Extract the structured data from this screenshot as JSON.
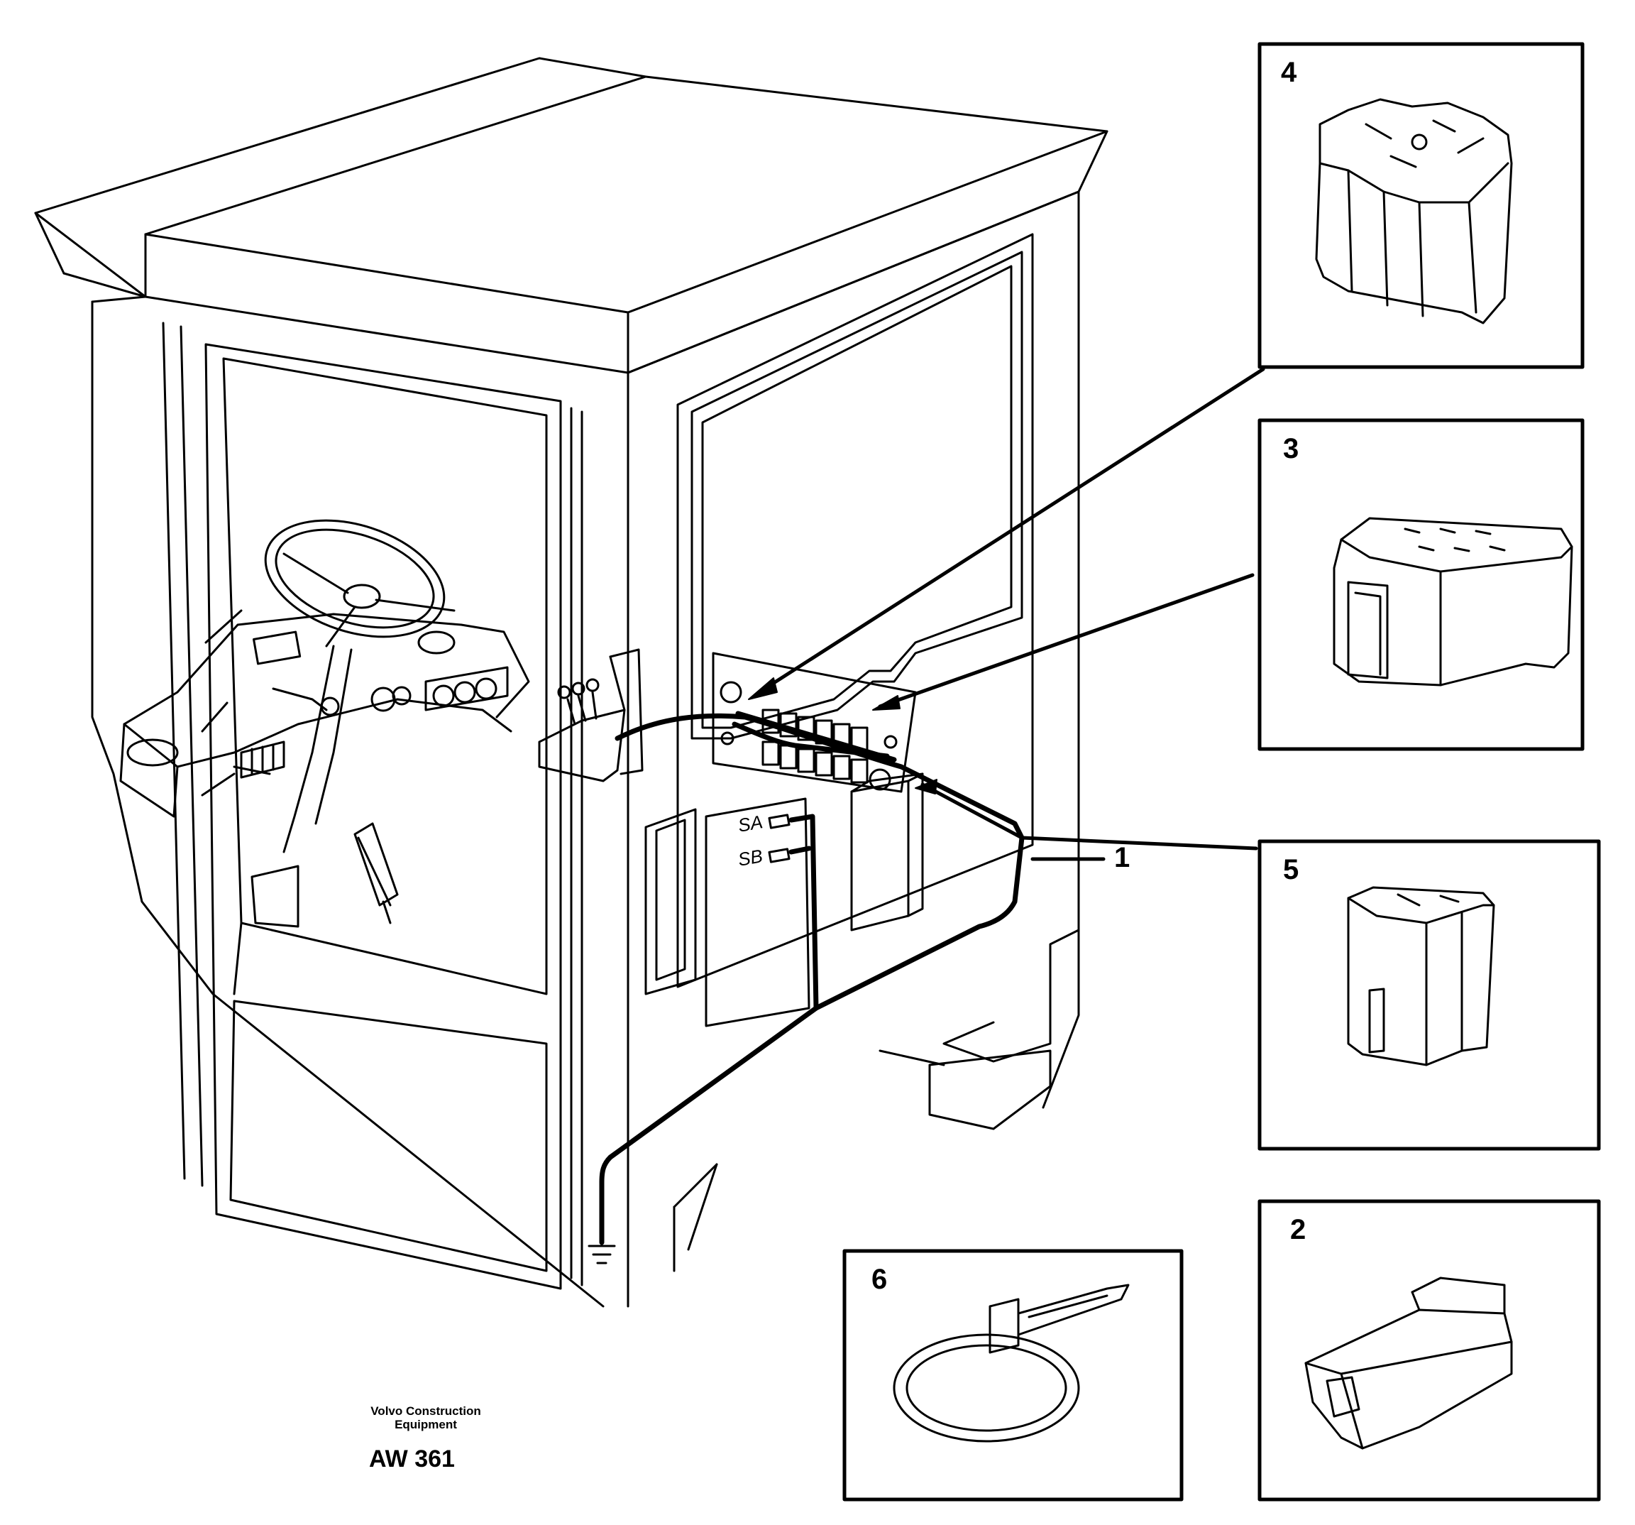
{
  "callouts": {
    "c1": "1",
    "c2": "2",
    "c3": "3",
    "c4": "4",
    "c5": "5",
    "c6": "6"
  },
  "cab_labels": {
    "sa": "SA",
    "sb": "SB"
  },
  "credit": {
    "line1": "Volvo Construction",
    "line2": "Equipment"
  },
  "doc_id": "AW 361"
}
